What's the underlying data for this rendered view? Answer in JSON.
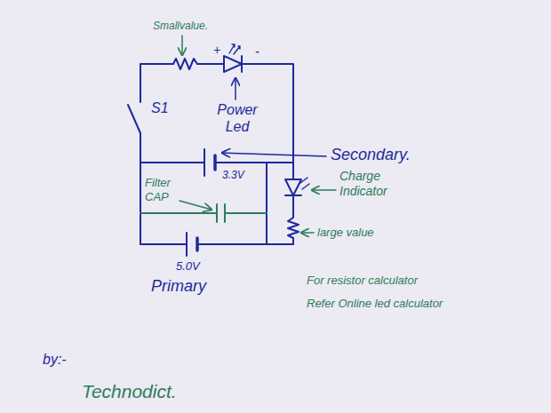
{
  "diagram": {
    "labels": [
      "Smallvalue.",
      "+",
      "-",
      "Power Led",
      "S1",
      "Secondary.",
      "3.3V",
      "Charge Indicator",
      "Filter CAP",
      "large value",
      "5.0V",
      "Primary",
      "For resistor calculator",
      "Refer Online led calculator",
      "by:-",
      "Technodict."
    ]
  }
}
